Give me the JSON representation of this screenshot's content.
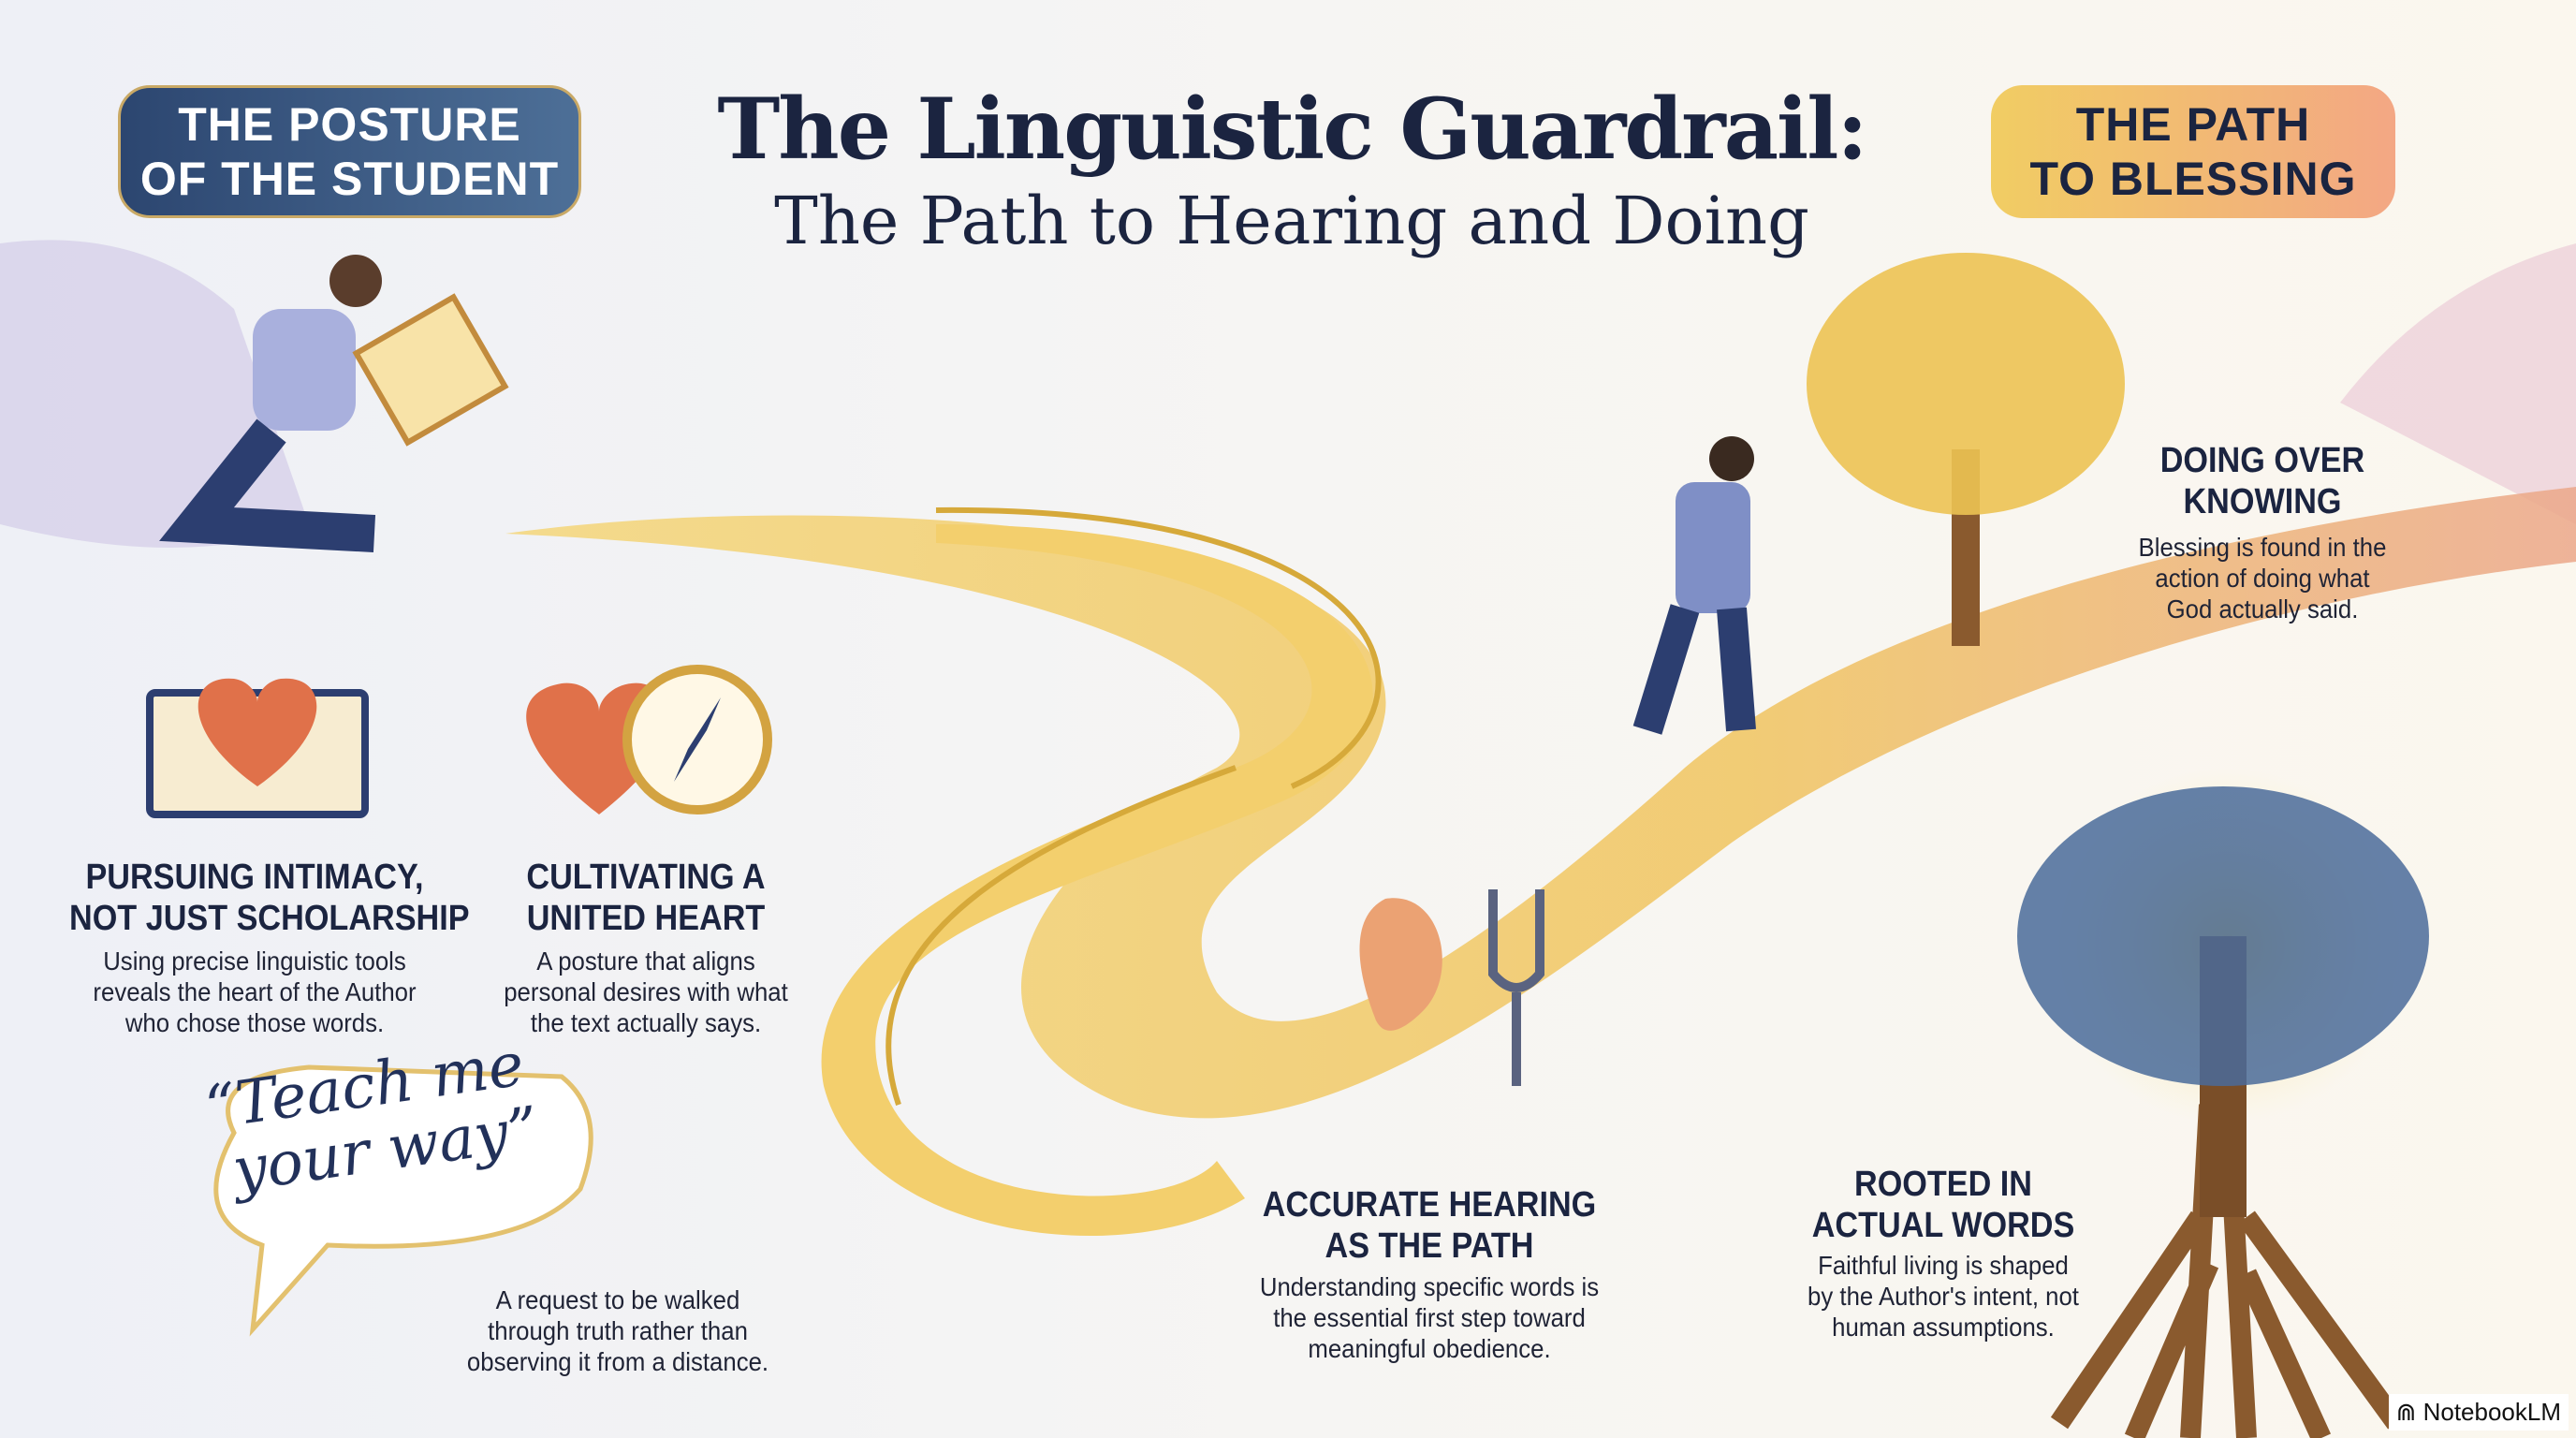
{
  "header": {
    "title": "The Linguistic Guardrail:",
    "subtitle": "The Path to Hearing and Doing"
  },
  "badges": {
    "left": [
      "THE POSTURE",
      "OF THE STUDENT"
    ],
    "right": [
      "THE PATH",
      "TO BLESSING"
    ]
  },
  "sections": [
    {
      "heading": [
        "PURSUING INTIMACY,",
        "NOT JUST SCHOLARSHIP"
      ],
      "body": [
        "Using precise linguistic tools",
        "reveals the heart of the Author",
        "who chose those words."
      ]
    },
    {
      "heading": [
        "CULTIVATING A",
        "UNITED HEART"
      ],
      "body": [
        "A posture that aligns",
        "personal desires with what",
        "the text actually says."
      ]
    },
    {
      "heading": [
        "ACCURATE HEARING",
        "AS THE PATH"
      ],
      "body": [
        "Understanding specific words is",
        "the essential first step toward",
        "meaningful obedience."
      ]
    },
    {
      "heading": [
        "DOING OVER",
        "KNOWING"
      ],
      "body": [
        "Blessing is found in the",
        "action of doing what",
        "God actually said."
      ]
    },
    {
      "heading": [
        "ROOTED IN",
        "ACTUAL WORDS"
      ],
      "body": [
        "Faithful living is shaped",
        "by the Author's intent, not",
        "human assumptions."
      ]
    }
  ],
  "quote": {
    "text": [
      "“Teach me",
      "your way”"
    ],
    "caption": [
      "A request to be walked",
      "through truth rather than",
      "observing it from a distance."
    ]
  },
  "watermark": "NotebookLM",
  "colors": {
    "navy": "#1b2440",
    "gold": "#f1cd63",
    "peach": "#f3a784"
  }
}
